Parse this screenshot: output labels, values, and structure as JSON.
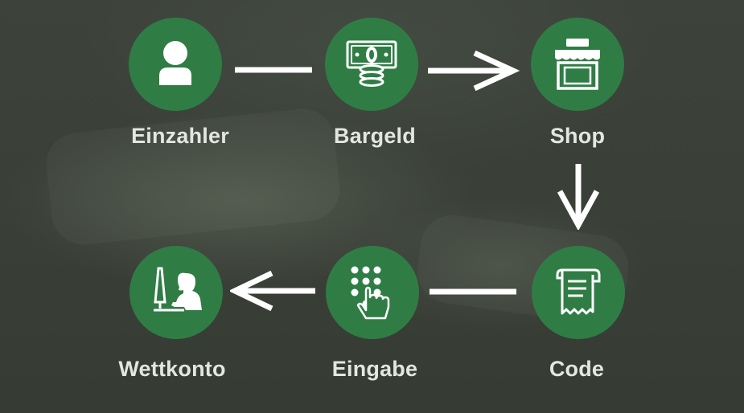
{
  "steps": [
    {
      "id": "einzahler",
      "label": "Einzahler",
      "icon": "person-icon"
    },
    {
      "id": "bargeld",
      "label": "Bargeld",
      "icon": "cash-icon"
    },
    {
      "id": "shop",
      "label": "Shop",
      "icon": "shop-icon"
    },
    {
      "id": "code",
      "label": "Code",
      "icon": "receipt-icon"
    },
    {
      "id": "eingabe",
      "label": "Eingabe",
      "icon": "keypad-icon"
    },
    {
      "id": "wettkonto",
      "label": "Wettkonto",
      "icon": "computer-user-icon"
    }
  ],
  "colors": {
    "circle": "#2f7d45",
    "icon": "#ffffff",
    "label": "#e3e6e1",
    "background": "#3a4038"
  }
}
